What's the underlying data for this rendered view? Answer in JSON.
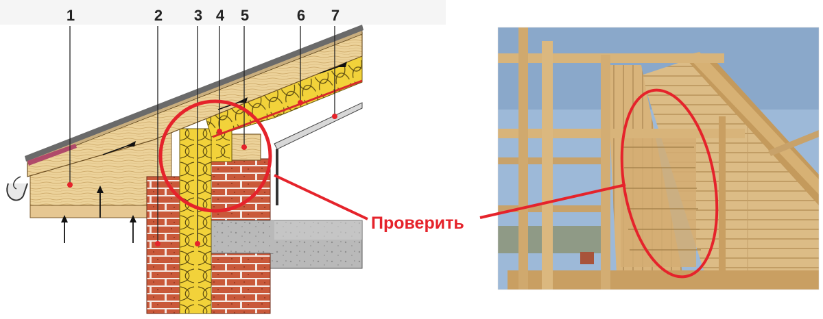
{
  "diagram": {
    "labels": [
      "1",
      "2",
      "3",
      "4",
      "5",
      "6",
      "7"
    ],
    "check_label": "Проверить"
  },
  "colors": {
    "highlight": "#e5232b",
    "brick": "#c9593a",
    "insulation": "#f2d23a",
    "timber": "#e7c98d",
    "concrete": "#b7b7b7",
    "sky": "#9db9d8"
  }
}
